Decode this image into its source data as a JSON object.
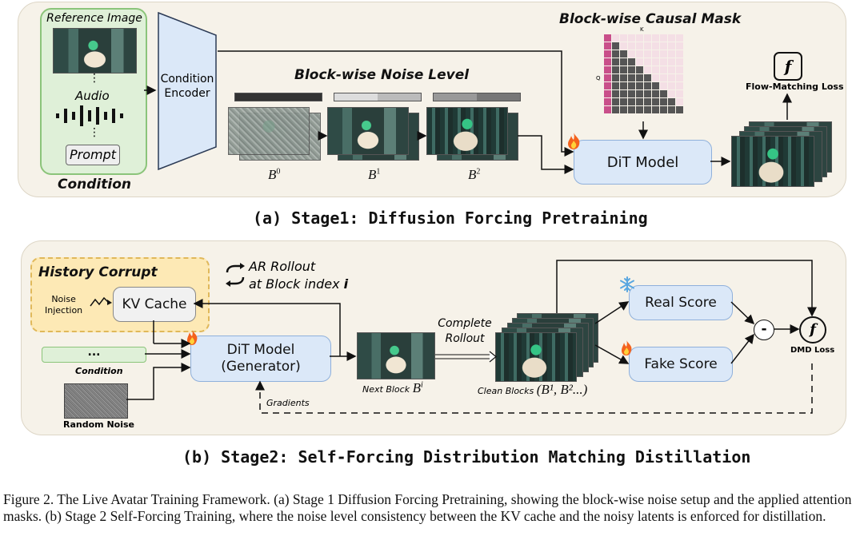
{
  "stage1": {
    "title": "(a) Stage1: Diffusion Forcing Pretraining",
    "condition": {
      "reference_label": "Reference Image",
      "dots": "⋮",
      "audio_label": "Audio",
      "prompt_label": "Prompt",
      "group_label": "Condition"
    },
    "encoder_label": "Condition\nEncoder",
    "noise_level_title": "Block-wise Noise Level",
    "blocks": [
      "B",
      "B",
      "B"
    ],
    "block_sups": [
      "0",
      "1",
      "2"
    ],
    "mask_title": "Block-wise Causal Mask",
    "mask_q": "Q",
    "mask_k": "K",
    "dit_label": "DiT Model",
    "loss_icon": "f",
    "loss_label": "Flow-Matching Loss",
    "fire_icon": "flame-icon"
  },
  "stage2": {
    "title": "(b) Stage2: Self-Forcing Distribution Matching Distillation",
    "history_label": "History Corrupt",
    "noise_injection": "Noise\nInjection",
    "kv_cache": "KV Cache",
    "ar_rollout": "AR Rollout\nat Block index ",
    "ar_rollout_i": "i",
    "condition_dots": "...",
    "condition_label": "Condition",
    "random_noise_label": "Random Noise",
    "dit_label": "DiT Model\n(Generator)",
    "next_block": "Next Block ",
    "next_block_math": "B",
    "next_block_sup": "i",
    "complete_rollout": "Complete\nRollout",
    "clean_blocks": "Clean Blocks ",
    "clean_blocks_math": "(B¹, B²...)",
    "real_score": "Real Score",
    "fake_score": "Fake Score",
    "minus": "-",
    "dmd_icon": "f",
    "dmd_loss": "DMD Loss",
    "gradients": "Gradients",
    "snow_icon": "snowflake-icon"
  },
  "caption": "Figure 2. The Live Avatar Training Framework. (a) Stage 1 Diffusion Forcing Pretraining, showing the block-wise noise setup and the applied attention masks. (b) Stage 2 Self-Forcing Training, where the noise level consistency between the KV cache and the noisy latents is enforced for distillation.",
  "colors": {
    "panel": "#f6f2e9",
    "condition": "#dff0d8",
    "blue": "#dbe8f8",
    "mask_pink": "#c94f8a",
    "mask_gray": "#555555",
    "mask_light": "#f4dfe5",
    "history": "#fde9b5"
  }
}
